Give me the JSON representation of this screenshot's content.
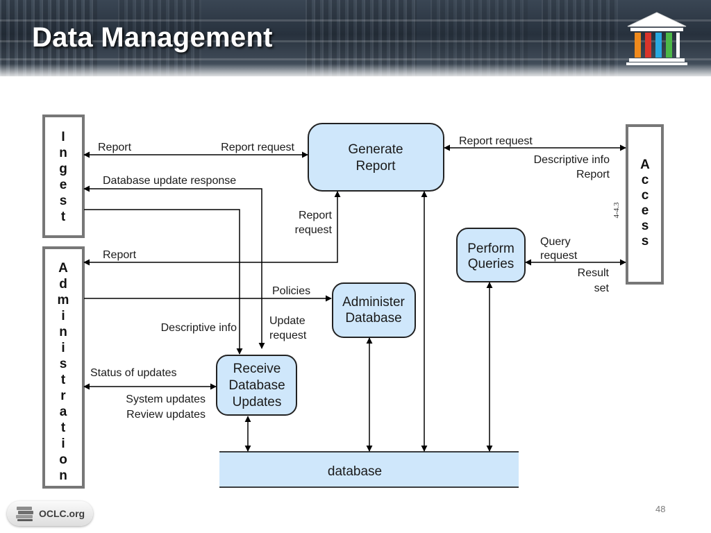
{
  "slide": {
    "title": "Data Management",
    "page_number": "48",
    "footer_logo_text": "OCLC.org"
  },
  "diagram": {
    "entities": {
      "ingest": [
        "I",
        "n",
        "g",
        "e",
        "s",
        "t"
      ],
      "administration": [
        "A",
        "d",
        "m",
        "i",
        "n",
        "i",
        "s",
        "t",
        "r",
        "a",
        "t",
        "i",
        "o",
        "n"
      ],
      "access": [
        "A",
        "c",
        "c",
        "e",
        "s",
        "s"
      ]
    },
    "processes": {
      "generate_report": [
        "Generate",
        "Report"
      ],
      "perform_queries": [
        "Perform",
        "Queries"
      ],
      "administer_database": [
        "Administer",
        "Database"
      ],
      "receive_database_updates": [
        "Receive",
        "Database",
        "Updates"
      ]
    },
    "store": "database",
    "labels": {
      "report_to_ingest": "Report",
      "report_request_from_ingest": "Report request",
      "database_update_response": "Database update response",
      "report_request_from_admin": [
        "Report",
        "request"
      ],
      "report_to_admin": "Report",
      "report_request_from_access": "Report request",
      "descriptive_info_report_to_access": [
        "Descriptive info",
        "Report"
      ],
      "query_request": [
        "Query",
        "request"
      ],
      "result_set": [
        "Result",
        "set"
      ],
      "policies": "Policies",
      "descriptive_info": "Descriptive info",
      "update_request": [
        "Update",
        "request"
      ],
      "status_of_updates": "Status of updates",
      "system_review_updates": [
        "System updates",
        "Review updates"
      ]
    },
    "reference": "4-4.3"
  },
  "colors": {
    "process_fill": "#cfe7fb",
    "database_fill": "#cfe7fb",
    "entity_border": "#777777",
    "line": "#000000"
  }
}
